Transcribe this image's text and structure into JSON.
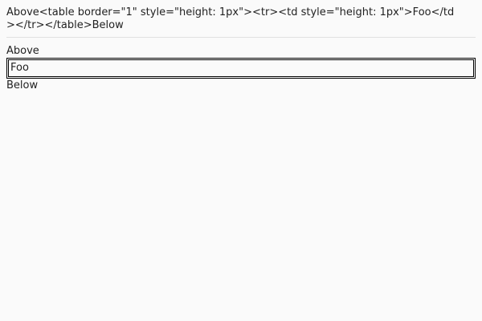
{
  "source_text": "Above<table border=\"1\" style=\"height: 1px\"><tr><td style=\"height: 1px\">Foo</td></tr></table>Below",
  "rendered": {
    "above": "Above",
    "cell": "Foo",
    "below": "Below"
  }
}
